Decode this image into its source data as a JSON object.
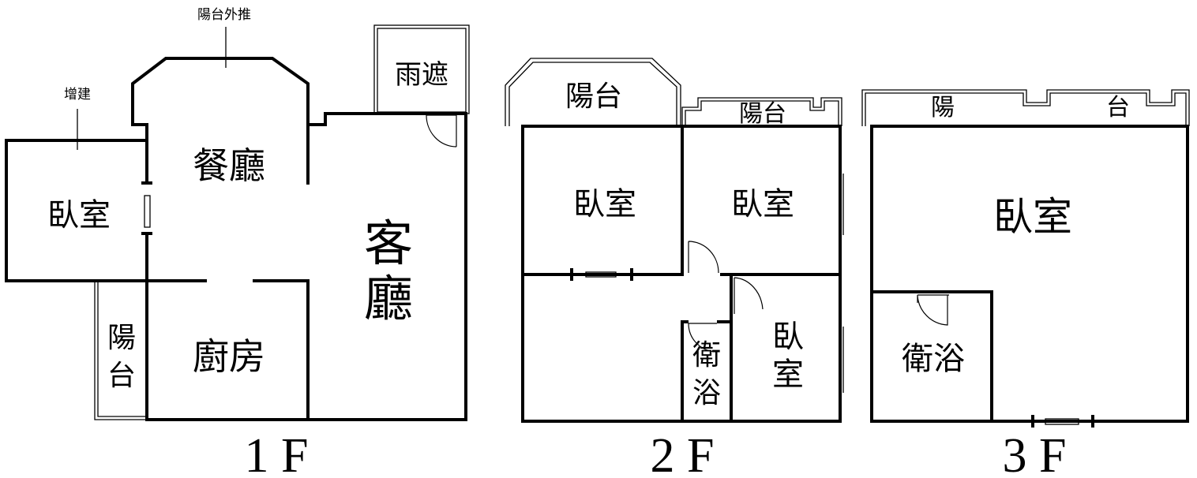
{
  "floors": {
    "f1": {
      "floor_label": "1 F",
      "annotation_balcony_extension": "陽台外推",
      "annotation_addition": "增建",
      "rain_shelter": "雨遮",
      "dining_room": "餐廳",
      "bedroom": "臥室",
      "living_room_line1": "客",
      "living_room_line2": "廳",
      "kitchen": "廚房",
      "balcony_line1": "陽",
      "balcony_line2": "台"
    },
    "f2": {
      "floor_label": "2 F",
      "balcony_left": "陽台",
      "balcony_right": "陽台",
      "bedroom_a": "臥室",
      "bedroom_b": "臥室",
      "bedroom_c_line1": "臥",
      "bedroom_c_line2": "室",
      "bathroom_line1": "衛",
      "bathroom_line2": "浴"
    },
    "f3": {
      "floor_label": "3 F",
      "balcony_left": "陽",
      "balcony_right": "台",
      "bedroom": "臥室",
      "bathroom": "衛浴"
    }
  }
}
